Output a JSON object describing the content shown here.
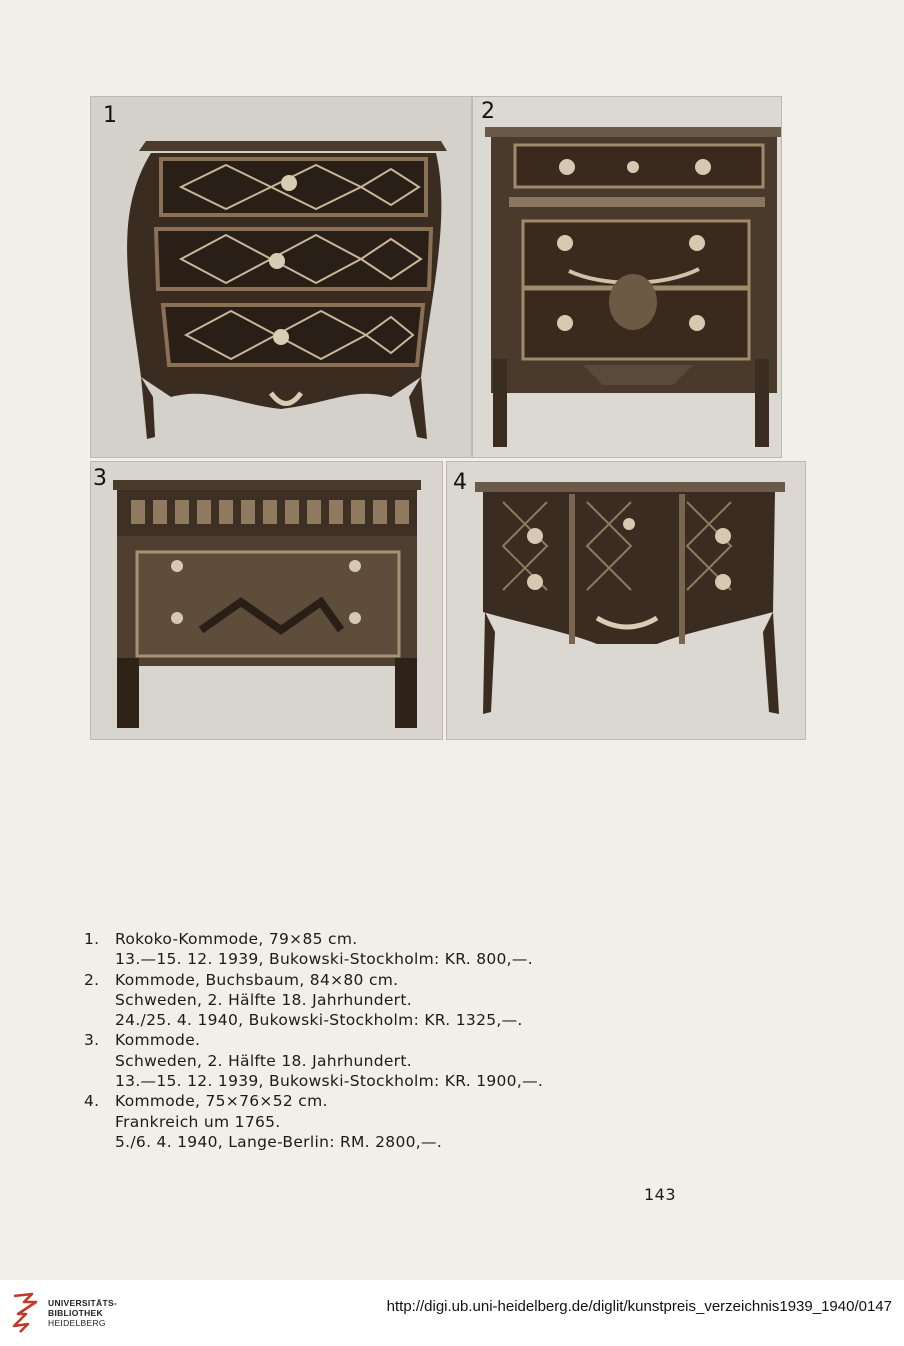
{
  "plates": [
    {
      "number": "1",
      "icon": "rococo-commode-photo"
    },
    {
      "number": "2",
      "icon": "commode-with-drawers-photo"
    },
    {
      "number": "3",
      "icon": "inlaid-commode-photo"
    },
    {
      "number": "4",
      "icon": "parquetry-commode-photo"
    }
  ],
  "captions": [
    {
      "num": "1.",
      "lines": [
        "Rokoko-Kommode, 79×85 cm.",
        "13.—15. 12. 1939, Bukowski-Stockholm: KR. 800,—."
      ]
    },
    {
      "num": "2.",
      "lines": [
        "Kommode, Buchsbaum, 84×80 cm.",
        "Schweden, 2. Hälfte 18. Jahrhundert.",
        "24./25. 4. 1940, Bukowski-Stockholm: KR. 1325,—."
      ]
    },
    {
      "num": "3.",
      "lines": [
        "Kommode.",
        "Schweden, 2. Hälfte 18. Jahrhundert.",
        "13.—15. 12. 1939, Bukowski-Stockholm: KR. 1900,—."
      ]
    },
    {
      "num": "4.",
      "lines": [
        "Kommode, 75×76×52 cm.",
        "Frankreich um 1765.",
        "5./6. 4. 1940, Lange-Berlin: RM. 2800,—."
      ]
    }
  ],
  "page_number": "143",
  "footer": {
    "logo_lines": [
      "UNIVERSITÄTS-",
      "BIBLIOTHEK",
      "HEIDELBERG"
    ],
    "logo_color": "#c0392b",
    "url": "http://digi.ub.uni-heidelberg.de/diglit/kunstpreis_verzeichnis1939_1940/0147"
  }
}
